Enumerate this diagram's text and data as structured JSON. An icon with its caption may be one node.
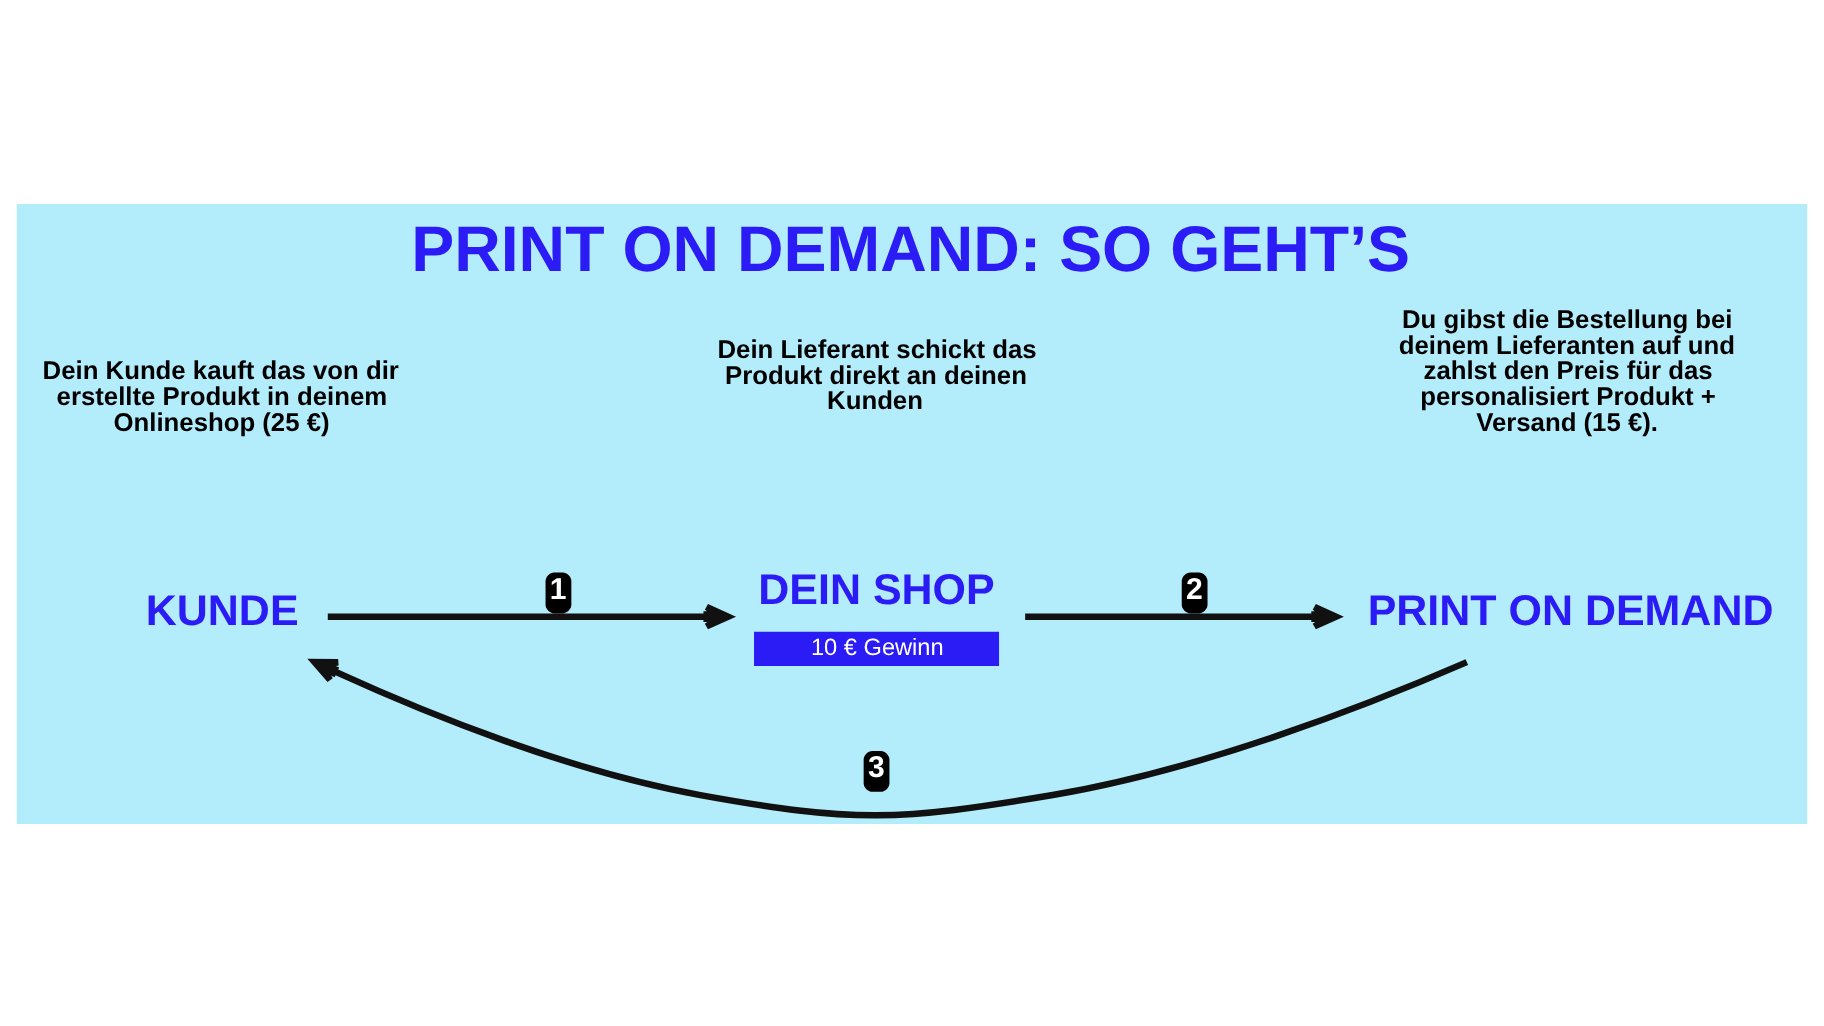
{
  "diagram": {
    "title": "PRINT ON DEMAND: SO GEHT’S",
    "nodes": [
      {
        "text": [
          "KUNDE"
        ]
      },
      {
        "text": [
          "DEIN SHOP",
          "10 € Gewinn"
        ]
      },
      {
        "text": [
          "PRINT ON DEMAND"
        ]
      }
    ],
    "edges": [
      {
        "from": 0,
        "to": 1,
        "arrow": "to",
        "label": "1"
      },
      {
        "from": 1,
        "to": 2,
        "arrow": "to",
        "label": "2"
      },
      {
        "from": 2,
        "to": 0,
        "arrow": "to",
        "label": "3"
      }
    ],
    "labels": [
      "Dein Kunde kauft das von dir erstellte Produkt in deinem Onlineshop (25 €)",
      "Du gibst die Bestellung bei deinem Lieferanten auf und zahlst den Preis für das personalisiert Produkt + Versand (15 €).",
      "Dein Lieferant schickt das Produkt direkt an deinen Kunden"
    ]
  }
}
